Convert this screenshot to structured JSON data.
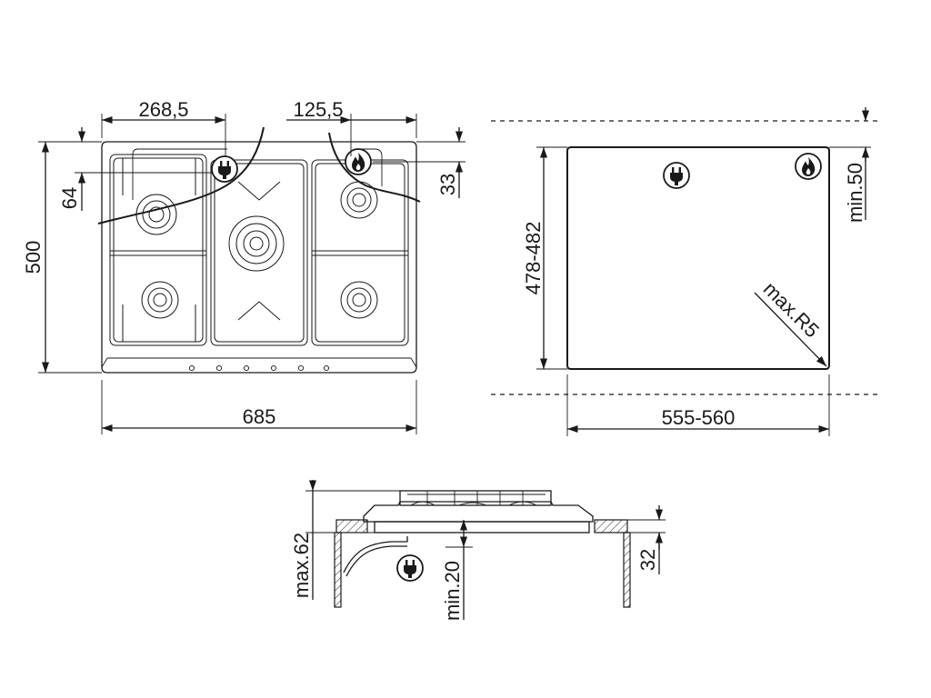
{
  "top_view": {
    "width_label": "685",
    "depth_label": "500",
    "plug_offset_label": "268,5",
    "gas_offset_label": "125,5",
    "plug_depth_label": "64",
    "gas_depth_label": "33"
  },
  "cutout_view": {
    "height_label": "478-482",
    "width_label": "555-560",
    "back_clearance_label": "min.50",
    "radius_label": "max.R5"
  },
  "side_view": {
    "total_height_label": "max.62",
    "under_clearance_label": "min.20",
    "depth_label": "32"
  },
  "icons": [
    "plug-icon",
    "flame-icon"
  ]
}
